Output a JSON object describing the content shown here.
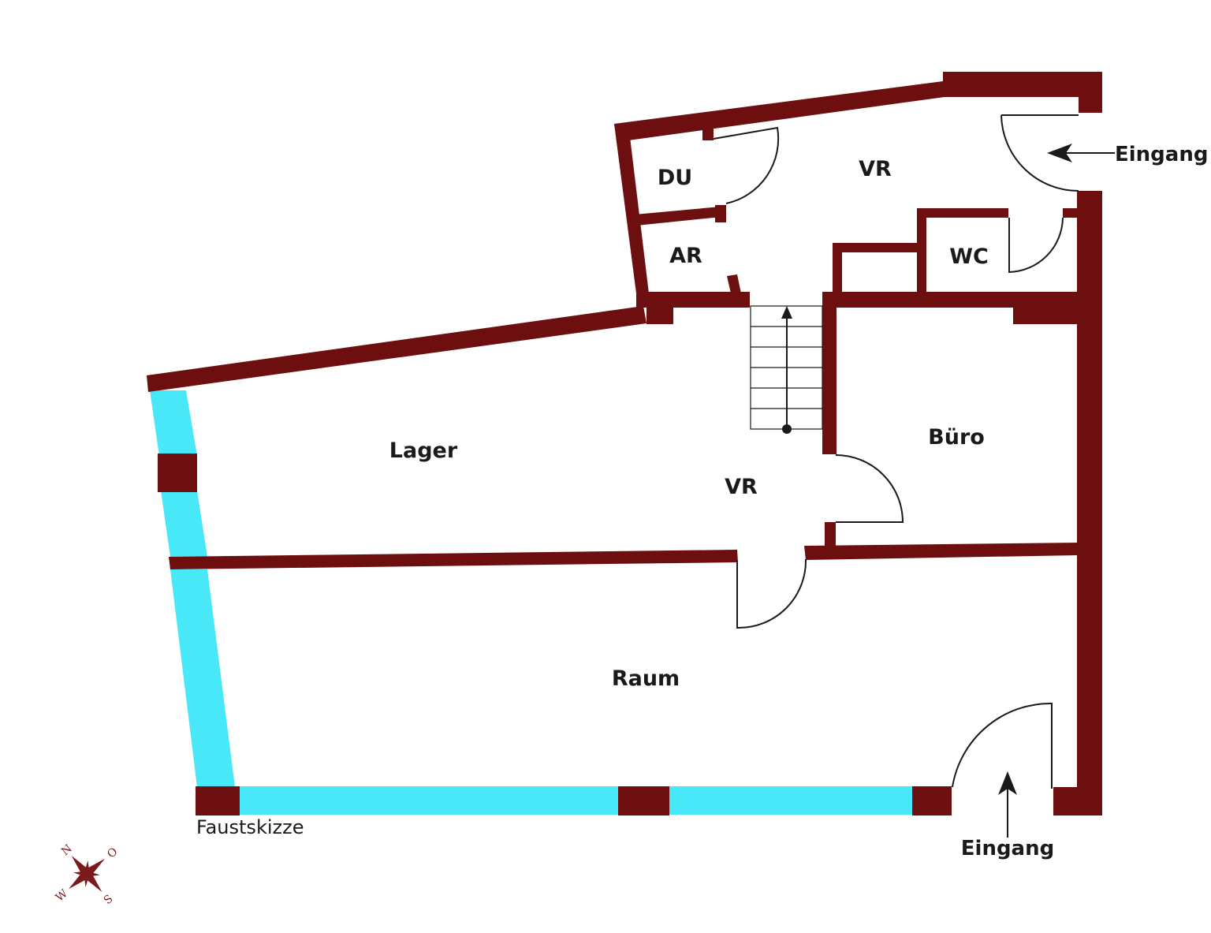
{
  "colors": {
    "wall": "#6e0f0f",
    "window": "#48e8f8",
    "line": "#1a1a1a",
    "background": "#ffffff"
  },
  "rooms": {
    "du": "DU",
    "vr_top": "VR",
    "ar": "AR",
    "wc": "WC",
    "lager": "Lager",
    "vr_mid": "VR",
    "buero": "Büro",
    "raum": "Raum"
  },
  "entrances": {
    "right": "Eingang",
    "bottom": "Eingang"
  },
  "note": "Faustskizze",
  "compass": {
    "icon": "compass-rose-icon",
    "n": "N",
    "w": "W",
    "s": "S",
    "o": "O"
  }
}
